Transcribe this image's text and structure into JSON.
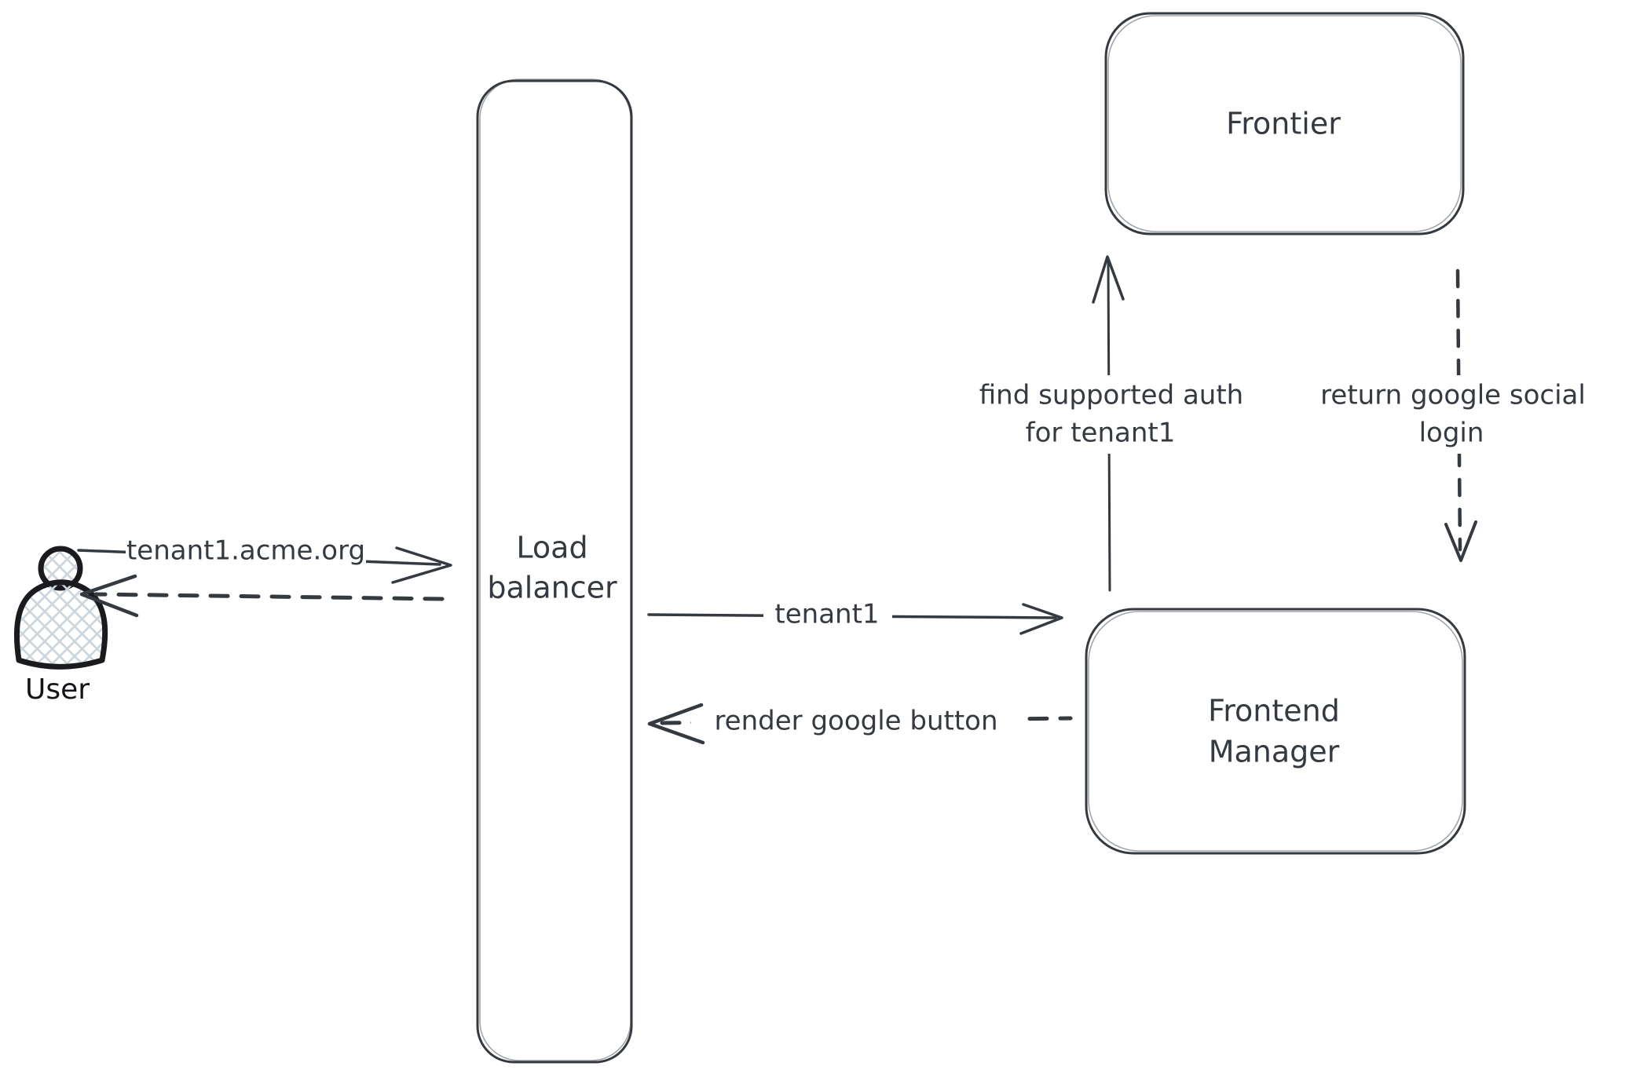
{
  "canvas": {
    "background": "#ffffff"
  },
  "colors": {
    "stroke": "#343a40",
    "user_outline": "#1b1b1f",
    "crosshatch_fill": "#ccd4dc",
    "label_text": "#343a40"
  },
  "nodes": {
    "user": {
      "label": "User",
      "type": "actor"
    },
    "load_balancer": {
      "label": "Load balancer",
      "label_line1": "Load",
      "label_line2": "balancer"
    },
    "frontier": {
      "label": "Frontier"
    },
    "frontend_manager": {
      "label": "Frontend Manager",
      "label_line1": "Frontend",
      "label_line2": "Manager"
    }
  },
  "edges": {
    "user_to_lb": {
      "label": "tenant1.acme.org",
      "line_style": "solid",
      "direction": "right"
    },
    "lb_to_user": {
      "label": "",
      "line_style": "dashed",
      "direction": "left"
    },
    "lb_to_fm": {
      "label": "tenant1",
      "line_style": "solid",
      "direction": "right"
    },
    "fm_to_lb": {
      "label": "render google button",
      "line_style": "dashed",
      "direction": "left"
    },
    "fm_to_frontier": {
      "label_line1": "find supported auth",
      "label_line2": "for tenant1",
      "line_style": "solid",
      "direction": "up"
    },
    "frontier_to_fm": {
      "label_line1": "return google social",
      "label_line2": "login",
      "line_style": "dashed",
      "direction": "down"
    }
  }
}
